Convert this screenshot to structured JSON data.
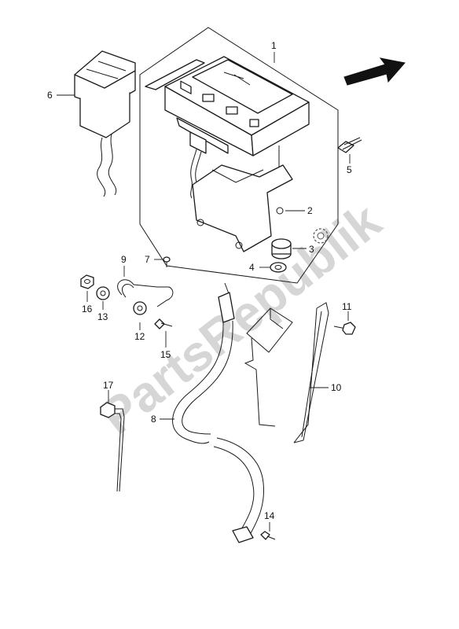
{
  "watermark": {
    "text": "PartsRepublik",
    "color": "#d6d6d6"
  },
  "callouts": [
    "1",
    "2",
    "3",
    "4",
    "5",
    "6",
    "7",
    "8",
    "9",
    "10",
    "11",
    "12",
    "13",
    "14",
    "15",
    "16",
    "17"
  ],
  "icons": {
    "direction_arrow": "front-direction-arrow-icon",
    "gear": "gear-icon"
  }
}
